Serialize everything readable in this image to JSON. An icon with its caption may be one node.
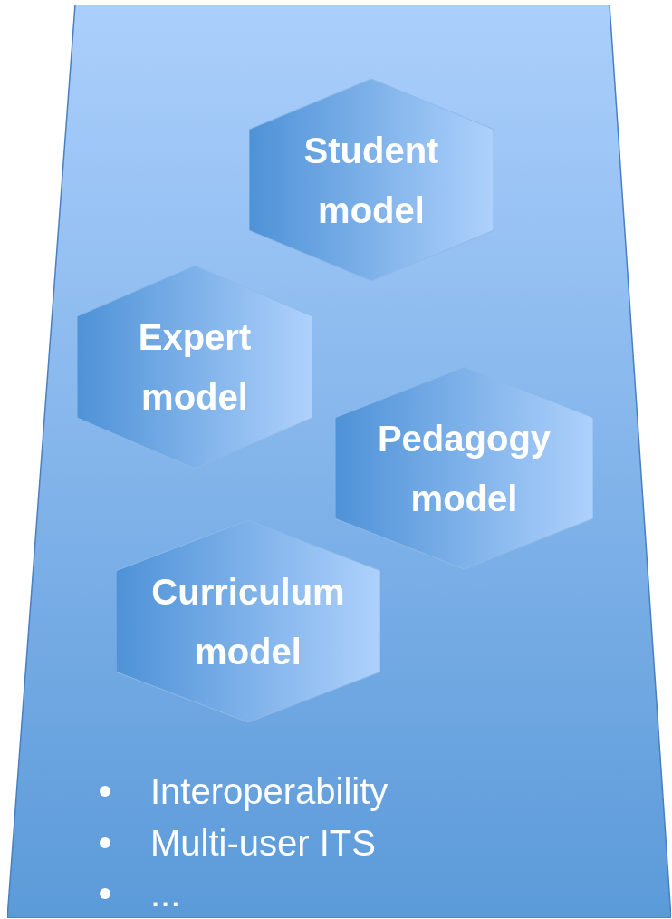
{
  "diagram": {
    "nodes": [
      {
        "text": [
          "Interoperability",
          "Multi-user ITS",
          "..."
        ]
      },
      {
        "text": [
          "Student model"
        ],
        "in": 0
      },
      {
        "text": [
          "Expert model"
        ],
        "in": 0
      },
      {
        "text": [
          "Pedagogy model"
        ],
        "in": 0
      },
      {
        "text": [
          "Curriculum model"
        ],
        "in": 0
      }
    ],
    "edges": []
  }
}
